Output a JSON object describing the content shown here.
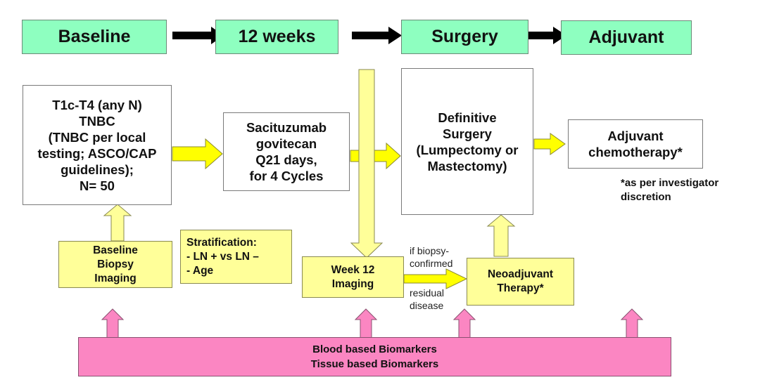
{
  "timeline": {
    "phases": [
      {
        "label": "Baseline"
      },
      {
        "label": "12 weeks"
      },
      {
        "label": "Surgery"
      },
      {
        "label": "Adjuvant"
      }
    ]
  },
  "boxes": {
    "eligibility": "T1c-T4 (any N)\nTNBC\n(TNBC per local\ntesting; ASCO/CAP\nguidelines);\nN= 50",
    "treatment": "Sacituzumab\ngovitecan\nQ21 days,\nfor 4 Cycles",
    "surgery": "Definitive\nSurgery\n(Lumpectomy or\nMastectomy)",
    "adjuvant": "Adjuvant\nchemotherapy*",
    "baseline_assessment": "Baseline\nBiopsy\nImaging",
    "stratification": "Stratification:\n- LN + vs LN –\n-   Age",
    "week12_imaging": "Week 12\nImaging",
    "neoadjuvant": "Neoadjuvant\nTherapy*",
    "biomarkers": "Blood based Biomarkers\nTissue based Biomarkers"
  },
  "annotations": {
    "footnote": "*as per investigator\ndiscretion",
    "condition_above": "if biopsy-\nconfirmed",
    "condition_below": "residual\ndisease"
  },
  "colors": {
    "phase_fill": "#8effc0",
    "arrow_yellow": "#ffff00",
    "box_yellow": "#ffff99",
    "biomarker_pink": "#fb86c2",
    "timeline_arrow": "#000000"
  }
}
